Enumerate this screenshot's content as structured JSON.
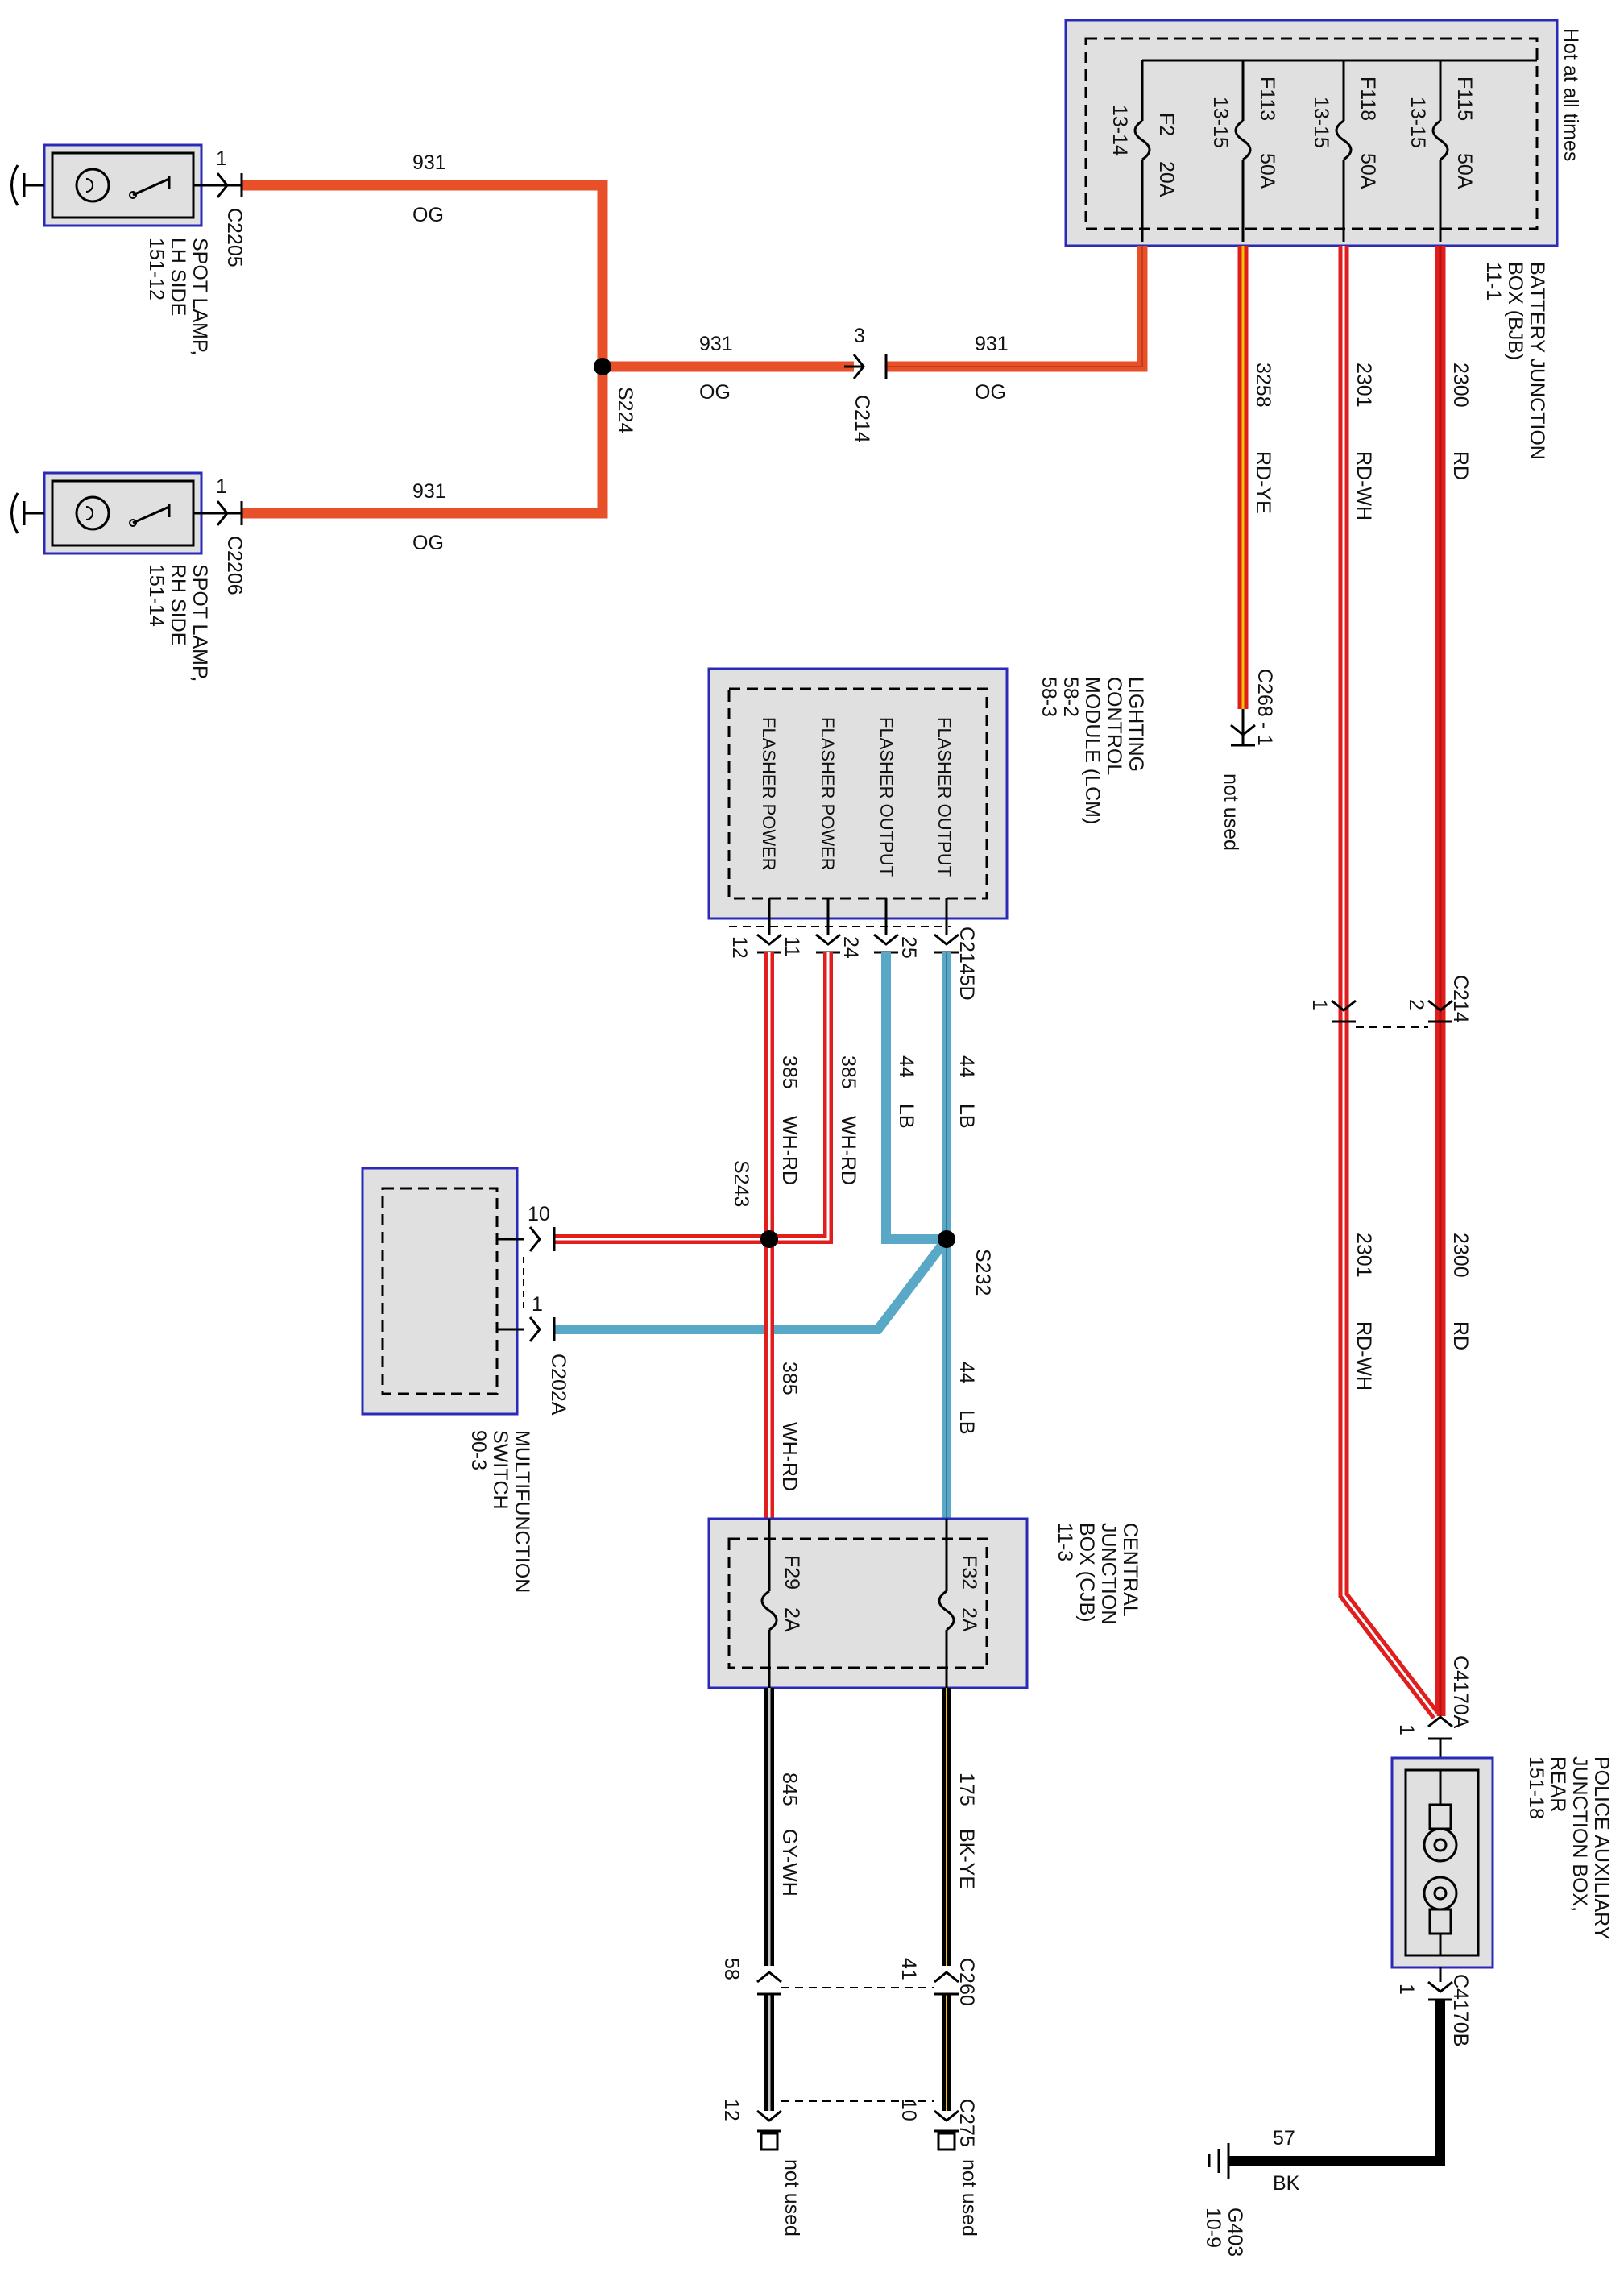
{
  "battery_junction_box": {
    "note": "Hot at all times",
    "title_lines": [
      "BATTERY JUNCTION",
      "BOX (BJB)",
      "11-1"
    ],
    "fuses": [
      {
        "name": "F115",
        "rating": "50A",
        "page": "13-15"
      },
      {
        "name": "F118",
        "rating": "50A",
        "page": "13-15"
      },
      {
        "name": "F113",
        "rating": "50A",
        "page": "13-15"
      },
      {
        "name": "F2",
        "rating": "20A",
        "page": "13-14"
      }
    ]
  },
  "wires": {
    "w2300": {
      "circuit": "2300",
      "color": "RD"
    },
    "w2301": {
      "circuit": "2301",
      "color": "RD-WH"
    },
    "w3258": {
      "circuit": "3258",
      "color": "RD-YE"
    },
    "w931": {
      "circuit": "931",
      "color": "OG"
    },
    "w385": {
      "circuit": "385",
      "color": "WH-RD"
    },
    "w44": {
      "circuit": "44",
      "color": "LB"
    },
    "w175": {
      "circuit": "175",
      "color": "BK-YE"
    },
    "w845": {
      "circuit": "845",
      "color": "GY-WH"
    },
    "w57": {
      "circuit": "57",
      "color": "BK"
    }
  },
  "connectors": {
    "c214": "C214",
    "c268": "C268 - 1",
    "c2205": "C2205",
    "c2206": "C2206",
    "c2145d": "C2145D",
    "c202a": "C202A",
    "c4170a": "C4170A",
    "c4170b": "C4170B",
    "c260": "C260",
    "c275": "C275"
  },
  "splices": {
    "s224": "S224",
    "s243": "S243",
    "s232": "S232"
  },
  "pins": {
    "p1": "1",
    "p2": "2",
    "p3": "3",
    "p10": "10",
    "p11": "11",
    "p12": "12",
    "p24": "24",
    "p25": "25",
    "p41": "41",
    "p58": "58"
  },
  "not_used": "not used",
  "spot_lamp_lh": [
    "SPOT LAMP,",
    "LH SIDE",
    "151-12"
  ],
  "spot_lamp_rh": [
    "SPOT LAMP,",
    "RH SIDE",
    "151-14"
  ],
  "lcm": {
    "title_lines": [
      "LIGHTING",
      "CONTROL",
      "MODULE (LCM)",
      "58-2",
      "58-3"
    ],
    "pins": [
      "FLASHER OUTPUT",
      "FLASHER OUTPUT",
      "FLASHER POWER",
      "FLASHER POWER"
    ]
  },
  "multifunction_switch": [
    "MULTIFUNCTION",
    "SWITCH",
    "90-3"
  ],
  "cjb": {
    "title_lines": [
      "CENTRAL",
      "JUNCTION",
      "BOX (CJB)",
      "11-3"
    ],
    "fuses": [
      {
        "name": "F32",
        "rating": "2A"
      },
      {
        "name": "F29",
        "rating": "2A"
      }
    ]
  },
  "police_box": [
    "POLICE AUXILIARY",
    "JUNCTION BOX,",
    "REAR",
    "151-18"
  ],
  "ground": {
    "name": "G403",
    "page": "10-9"
  },
  "colors": {
    "og": "#e8502a",
    "rd": "#e01e1e",
    "lb": "#5aa8c8",
    "box_fill": "#e0e0e0",
    "box_border": "#2a2ab8"
  }
}
